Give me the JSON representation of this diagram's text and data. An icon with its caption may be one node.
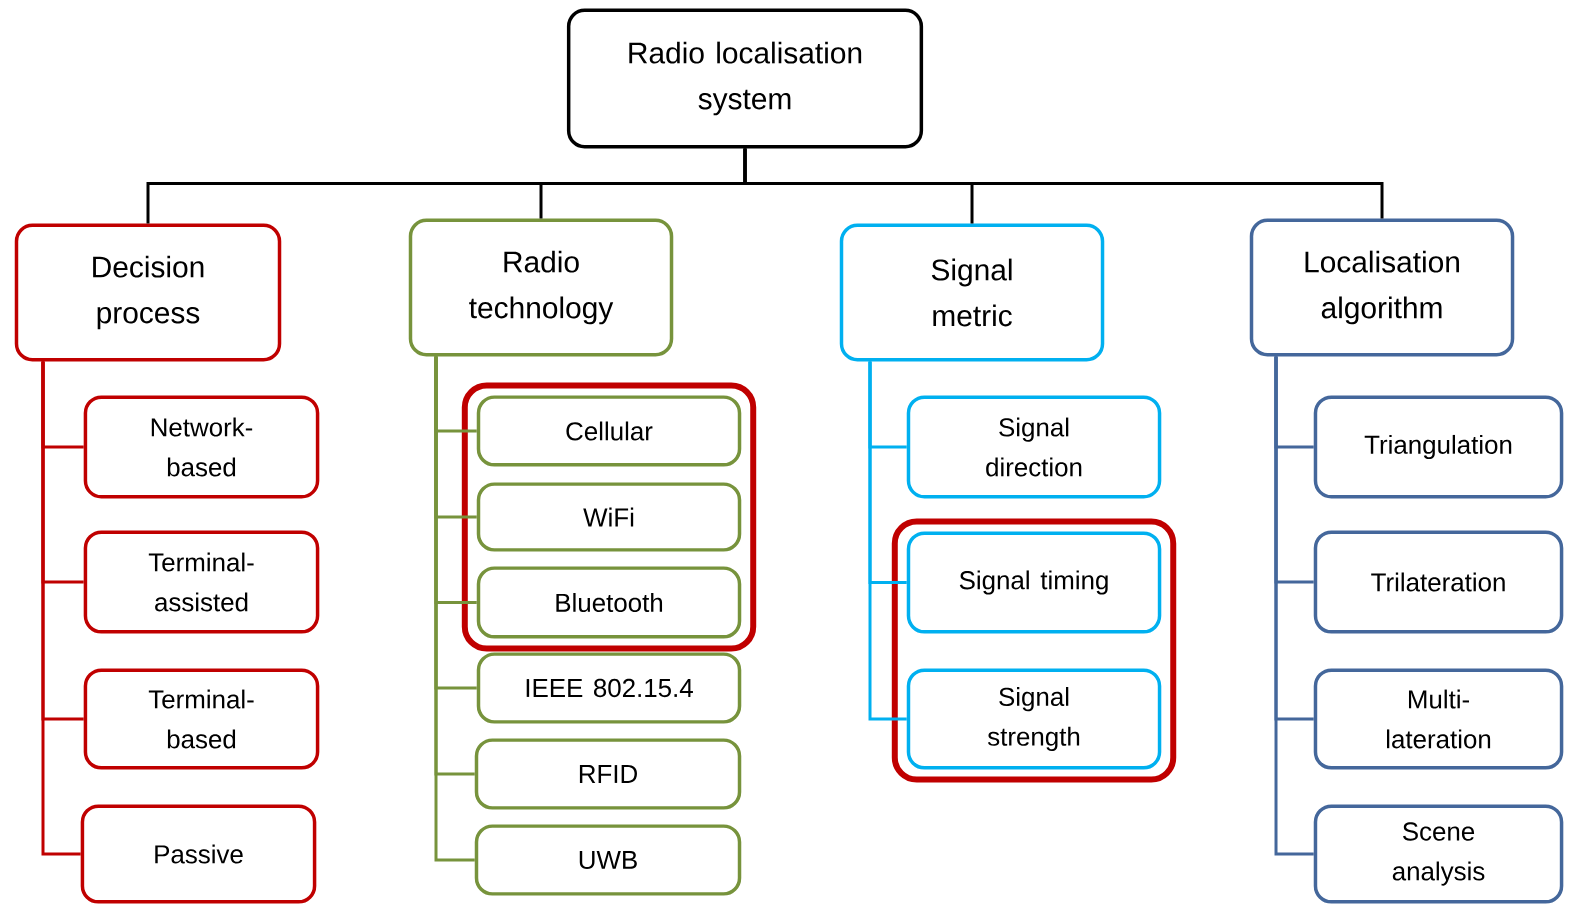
{
  "diagram": {
    "nodes": [
      {
        "text": [
          "Radio localisation system"
        ]
      },
      {
        "text": [
          "Decision process"
        ]
      },
      {
        "text": [
          "Radio technology"
        ]
      },
      {
        "text": [
          "Signal metric"
        ]
      },
      {
        "text": [
          "Localisation algorithm"
        ]
      },
      {
        "text": [
          "Network-based"
        ]
      },
      {
        "text": [
          "Terminal-assisted"
        ]
      },
      {
        "text": [
          "Terminal-based"
        ]
      },
      {
        "text": [
          "Passive"
        ]
      },
      {
        "text": [],
        "shape": "box"
      },
      {
        "text": [
          "Cellular"
        ],
        "in": 9
      },
      {
        "text": [
          "WiFi"
        ],
        "in": 9
      },
      {
        "text": [
          "Bluetooth"
        ],
        "in": 9
      },
      {
        "text": [
          "IEEE 802.15.4"
        ]
      },
      {
        "text": [
          "RFID"
        ]
      },
      {
        "text": [
          "UWB"
        ]
      },
      {
        "text": [
          "Signal direction"
        ]
      },
      {
        "text": [],
        "shape": "box"
      },
      {
        "text": [
          "Signal timing"
        ],
        "in": 17
      },
      {
        "text": [
          "Signal strength"
        ],
        "in": 17
      },
      {
        "text": [
          "Triangulation"
        ]
      },
      {
        "text": [
          "Trilateration"
        ]
      },
      {
        "text": [
          "Multi-lateration"
        ]
      },
      {
        "text": [
          "Scene analysis"
        ]
      }
    ],
    "edges": [
      {
        "from": 0,
        "to": 1,
        "arrow": "none",
        "color": "#000000"
      },
      {
        "from": 0,
        "to": 2,
        "arrow": "none",
        "color": "#000000"
      },
      {
        "from": 0,
        "to": 3,
        "arrow": "none",
        "color": "#000000"
      },
      {
        "from": 0,
        "to": 4,
        "arrow": "none",
        "color": "#000000"
      },
      {
        "from": 1,
        "to": 5,
        "arrow": "none",
        "color": "#c00000"
      },
      {
        "from": 1,
        "to": 6,
        "arrow": "none",
        "color": "#c00000"
      },
      {
        "from": 1,
        "to": 7,
        "arrow": "none",
        "color": "#c00000"
      },
      {
        "from": 1,
        "to": 8,
        "arrow": "none",
        "color": "#c00000"
      },
      {
        "from": 2,
        "to": 10,
        "arrow": "none",
        "color": "#77933c"
      },
      {
        "from": 2,
        "to": 11,
        "arrow": "none",
        "color": "#77933c"
      },
      {
        "from": 2,
        "to": 12,
        "arrow": "none",
        "color": "#77933c"
      },
      {
        "from": 2,
        "to": 13,
        "arrow": "none",
        "color": "#77933c"
      },
      {
        "from": 2,
        "to": 14,
        "arrow": "none",
        "color": "#77933c"
      },
      {
        "from": 2,
        "to": 15,
        "arrow": "none",
        "color": "#77933c"
      },
      {
        "from": 3,
        "to": 16,
        "arrow": "none",
        "color": "#00b0f0"
      },
      {
        "from": 3,
        "to": 18,
        "arrow": "none",
        "color": "#00b0f0"
      },
      {
        "from": 3,
        "to": 19,
        "arrow": "none",
        "color": "#00b0f0"
      },
      {
        "from": 4,
        "to": 20,
        "arrow": "none",
        "color": "#44679b"
      },
      {
        "from": 4,
        "to": 21,
        "arrow": "none",
        "color": "#44679b"
      },
      {
        "from": 4,
        "to": 22,
        "arrow": "none",
        "color": "#44679b"
      },
      {
        "from": 4,
        "to": 23,
        "arrow": "none",
        "color": "#44679b"
      }
    ]
  }
}
